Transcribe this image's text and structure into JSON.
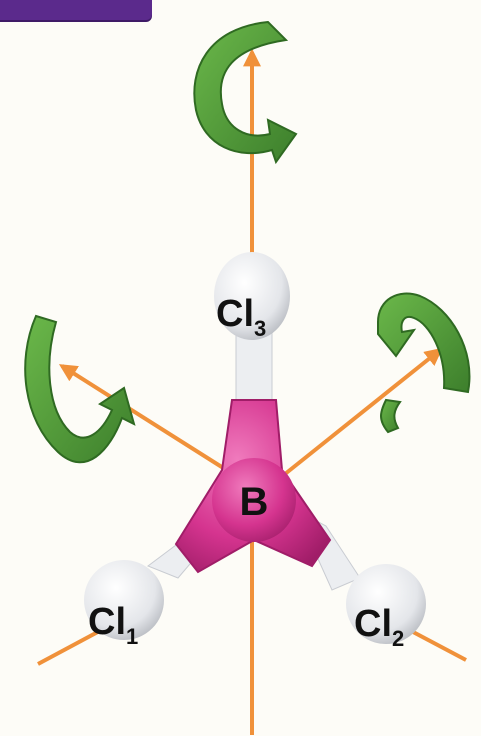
{
  "atoms": {
    "center": {
      "symbol": "B"
    },
    "cl1": {
      "symbol": "Cl",
      "subscript": "1"
    },
    "cl2": {
      "symbol": "Cl",
      "subscript": "2"
    },
    "cl3": {
      "symbol": "Cl",
      "subscript": "3"
    }
  },
  "colors": {
    "axis": "#f0913a",
    "rotation_arrow": "#4f9a3a",
    "boron": "#d5348f",
    "chlorine": "#eef0f3",
    "corner_tab": "#5b2a8c"
  },
  "icons": {
    "rotation": "curved-rotation-arrow-icon",
    "axis": "orange-axis-arrow-icon"
  }
}
